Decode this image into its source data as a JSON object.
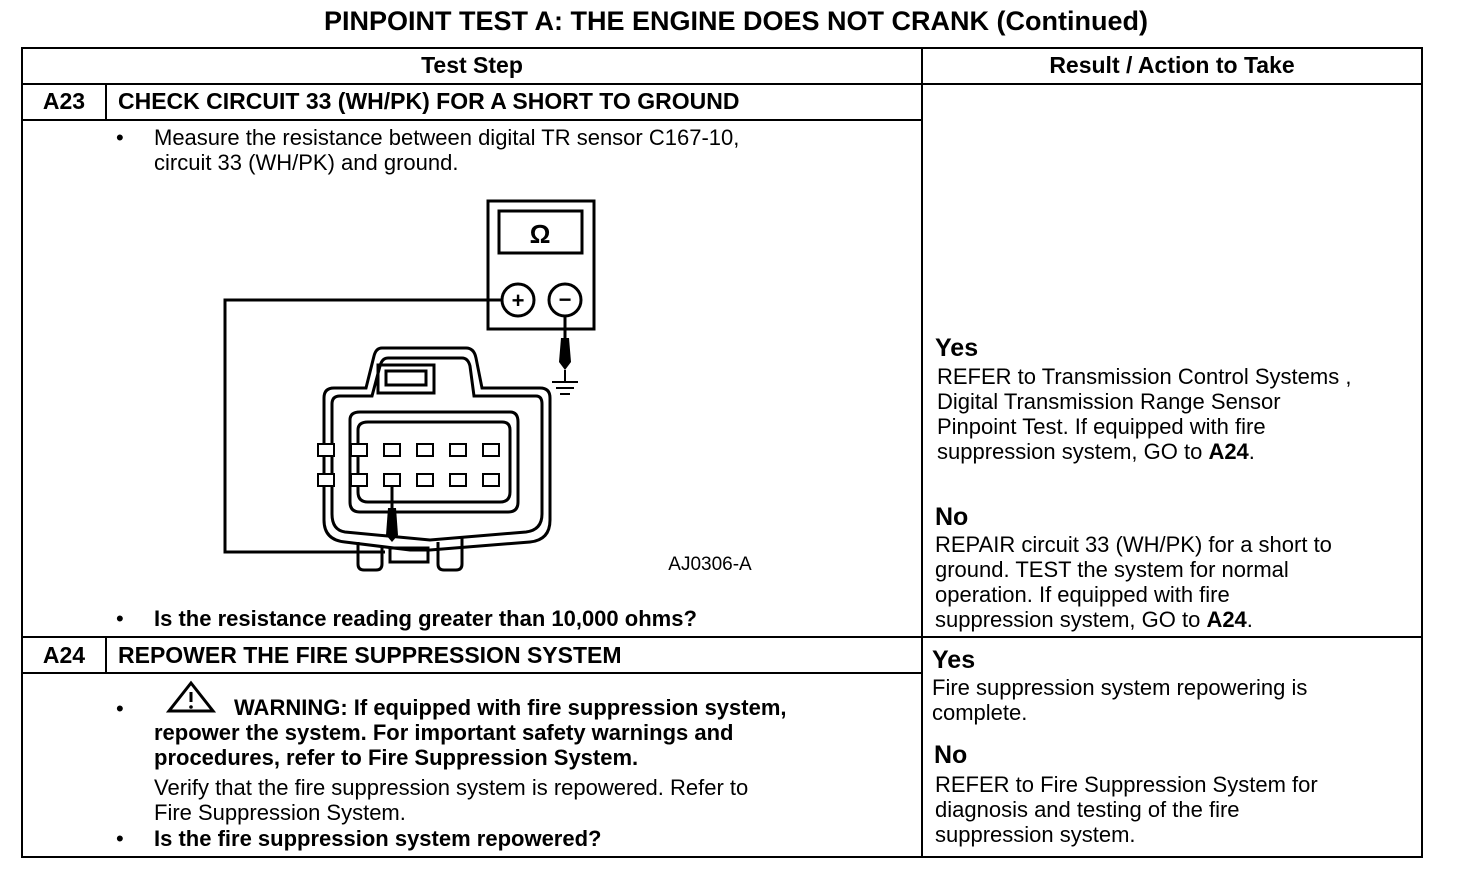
{
  "document": {
    "title": "PINPOINT TEST  A: THE ENGINE DOES NOT CRANK (Continued)",
    "headers": {
      "test_step": "Test Step",
      "result": "Result / Action to Take"
    },
    "steps": [
      {
        "code": "A23",
        "title": "CHECK CIRCUIT 33 (WH/PK) FOR A SHORT TO GROUND",
        "instruction": "Measure the resistance between digital TR sensor C167-10,\ncircuit 33 (WH/PK) and ground.",
        "diagram": {
          "meter_symbol": "Ω",
          "plus": "+",
          "minus": "−",
          "figure_id": "AJ0306-A"
        },
        "question": "Is the resistance reading greater than 10,000 ohms?",
        "yes": {
          "label": "Yes",
          "text": "REFER to Transmission Control Systems ,\nDigital Transmission Range Sensor\nPinpoint Test. If equipped with fire\nsuppression system,  GO to ",
          "goto": "A24",
          "end": "."
        },
        "no": {
          "label": "No",
          "text": "REPAIR circuit 33 (WH/PK) for a short to\nground. TEST the system for normal\noperation. If equipped with fire\nsuppression system, GO to ",
          "goto": "A24",
          "end": "."
        }
      },
      {
        "code": "A24",
        "title": "REPOWER THE FIRE SUPPRESSION SYSTEM",
        "warning": "WARNING: If equipped with fire suppression system,\nrepower the system. For important safety warnings and\nprocedures, refer to Fire Suppression System.",
        "instruction": "Verify that the fire suppression system is repowered. Refer to\nFire Suppression System.",
        "question": "Is the fire suppression system repowered?",
        "yes": {
          "label": "Yes",
          "text": "Fire suppression system repowering is\ncomplete."
        },
        "no": {
          "label": "No",
          "text": "REFER to Fire Suppression System for\ndiagnosis and testing of the fire\nsuppression system."
        }
      }
    ],
    "bullet": "•"
  }
}
